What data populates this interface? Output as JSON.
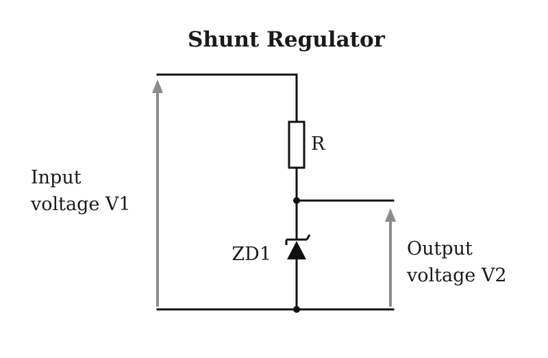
{
  "title": "Shunt Regulator",
  "resistor_label": "R",
  "zener_label": "ZD1",
  "input_label": [
    "Input",
    "voltage V1"
  ],
  "output_label": [
    "Output",
    "voltage V2"
  ],
  "colors": {
    "wire": "#111111",
    "arrow": "#8c8c8c",
    "text": "#1a1a1a",
    "background": "#ffffff"
  }
}
